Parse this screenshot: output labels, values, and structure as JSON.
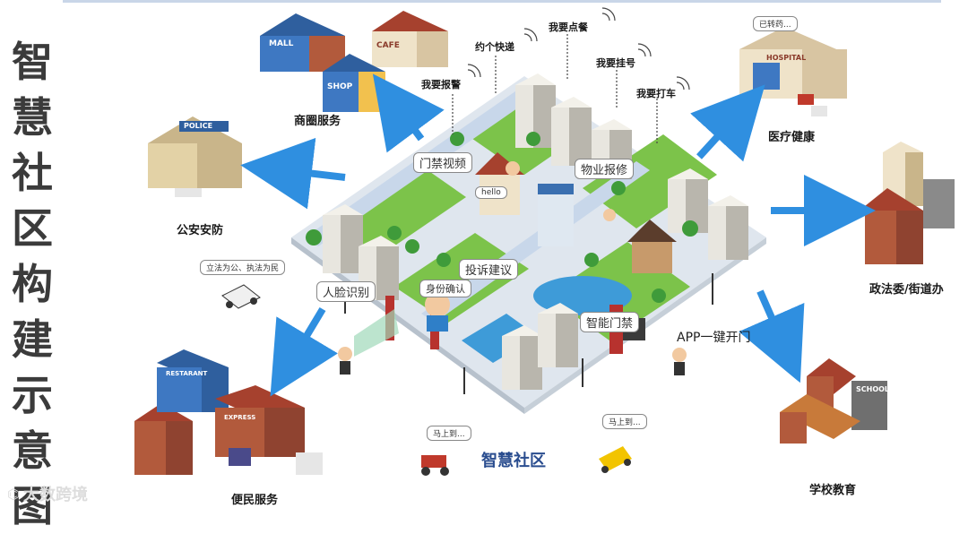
{
  "title_chars": [
    "智",
    "慧",
    "社",
    "区",
    "构",
    "建",
    "示",
    "意",
    "图"
  ],
  "center_label": "智慧社区",
  "nodes": {
    "shopping": "商圈服务",
    "security": "公安安防",
    "convenience": "便民服务",
    "medical": "医疗健康",
    "government": "政法委/街道办",
    "school": "学校教育"
  },
  "wifi_labels": {
    "report_police": "我要报警",
    "courier": "约个快递",
    "order_food": "我要点餐",
    "register": "我要挂号",
    "taxi": "我要打车"
  },
  "inner_labels": {
    "door_video": "门禁视频",
    "property_repair": "物业报修",
    "complaint": "投诉建议",
    "face_recognition": "人脸识别",
    "identity": "身份确认",
    "smart_door": "智能门禁",
    "app_open": "APP一键开门"
  },
  "speech_bubbles": {
    "police_car": "立法为公、执法为民",
    "hospital": "已转药...",
    "hello": "hello",
    "coming_1": "马上到...",
    "coming_2": "马上到..."
  },
  "signs": {
    "mall": "MALL",
    "cafe": "CAFE",
    "shop": "SHOP",
    "police": "POLICE",
    "hospital": "HOSPITAL",
    "restaurant": "RESTARANT",
    "express": "EXPRESS",
    "school": "SCHOOL"
  },
  "watermark": "大数跨境",
  "colors": {
    "arrow": "#2f8fe0",
    "grass": "#7cc34a",
    "road": "#c8d7ea",
    "building_white": "#e8e6df",
    "building_shadow": "#b9b6ad",
    "roof_red": "#a6412e",
    "brick": "#b25a3c",
    "water": "#3e9bd8"
  }
}
